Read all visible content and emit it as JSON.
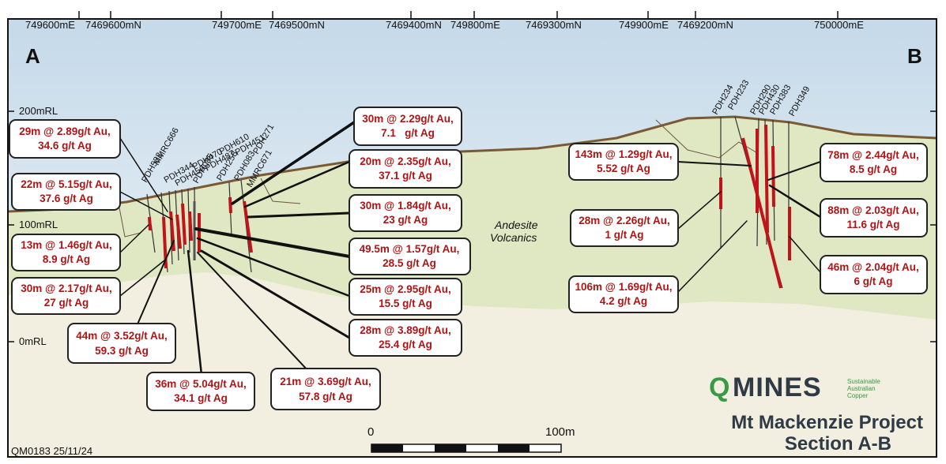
{
  "header": {
    "coordinates": [
      "749600mE",
      "7469600mN",
      "749700mE",
      "7469500mN",
      "7469400mN",
      "749800mE",
      "7469300mN",
      "749900mE",
      "7469200mN",
      "750000mE"
    ],
    "corner_left": "A",
    "corner_right": "B"
  },
  "rl_labels": [
    "200mRL",
    "100mRL",
    "0mRL"
  ],
  "drillholes": [
    "PDH583",
    "MMRC666",
    "PDH344",
    "PDH470",
    "PDH610",
    "PDH456",
    "PDH487",
    "PDH451",
    "PDH085",
    "PDH258",
    "PDH083",
    "PDH271",
    "MMRC671",
    "PDH234",
    "PDH233",
    "PDH290",
    "PDH430",
    "PDH383",
    "PDH349"
  ],
  "geology_label": [
    "Andesite",
    "Volcanics"
  ],
  "intercepts": [
    [
      "29m @ 2.89g/t Au,",
      "34.6 g/t Ag"
    ],
    [
      "22m @ 5.15g/t Au,",
      "37.6 g/t Ag"
    ],
    [
      "13m @ 1.46g/t Au,",
      "8.9 g/t Ag"
    ],
    [
      "30m @ 2.17g/t Au,",
      "27 g/t Ag"
    ],
    [
      "44m @ 3.52g/t Au,",
      "59.3 g/t Ag"
    ],
    [
      "36m @ 5.04g/t Au,",
      "34.1 g/t Ag"
    ],
    [
      "21m @ 3.69g/t Au,",
      "57.8 g/t Ag"
    ],
    [
      "28m @ 3.89g/t Au,",
      "25.4 g/t Ag"
    ],
    [
      "25m @ 2.95g/t Au,",
      "15.5 g/t Ag"
    ],
    [
      "49.5m @ 1.57g/t Au,",
      "28.5 g/t Ag"
    ],
    [
      "30m @ 1.84g/t Au,",
      "23 g/t Ag"
    ],
    [
      "20m @ 2.35g/t Au,",
      "37.1 g/t Ag"
    ],
    [
      "30m @ 2.29g/t Au,",
      "7.1   g/t Ag"
    ],
    [
      "143m @ 1.29g/t Au,",
      "5.52 g/t Ag"
    ],
    [
      "28m @ 2.26g/t Au,",
      "1 g/t Ag"
    ],
    [
      "106m @ 1.69g/t Au,",
      "4.2 g/t Ag"
    ],
    [
      "78m @ 2.44g/t Au,",
      "8.5 g/t Ag"
    ],
    [
      "88m @ 2.03g/t Au,",
      "11.6 g/t Ag"
    ],
    [
      "46m @ 2.04g/t Au,",
      "6 g/t Ag"
    ]
  ],
  "scale_bar": {
    "start_label": "0",
    "end_label": "100m"
  },
  "logo": {
    "name": "QMINES",
    "tagline": [
      "Sustainable",
      "Australian",
      "Copper"
    ]
  },
  "project_title": [
    "Mt Mackenzie Project",
    "Section A-B"
  ],
  "footer_id": "QM0183 25/11/24",
  "colors": {
    "sky": "#cfe1ee",
    "ground": "#f2eee0",
    "andesite": "#dfe8c2",
    "intercept": "#c0141a",
    "callout_text": "#b01414"
  }
}
